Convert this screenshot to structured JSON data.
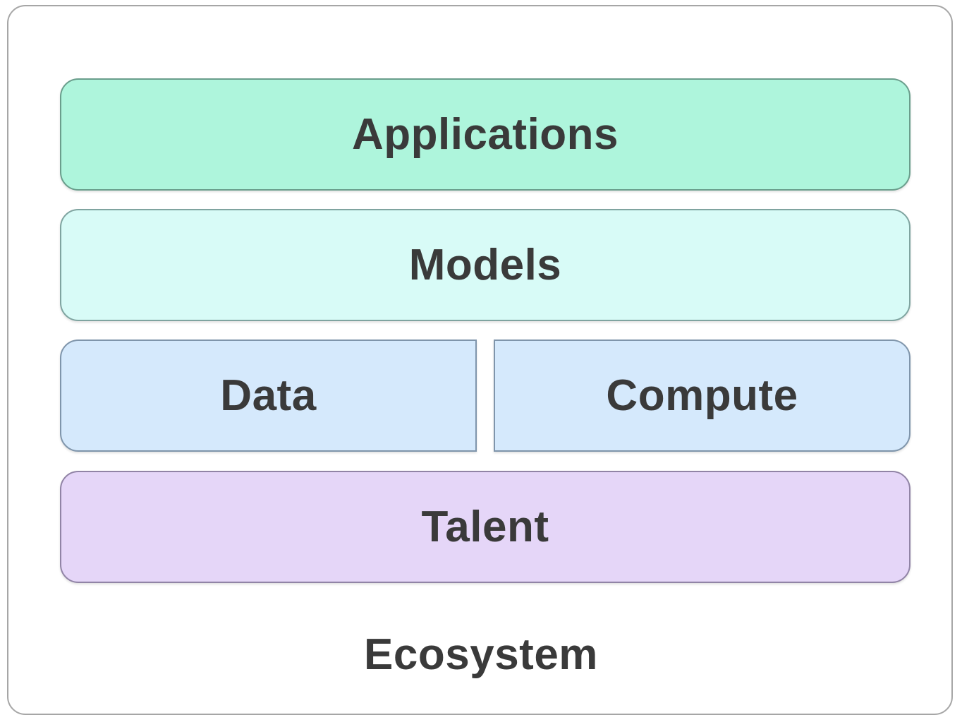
{
  "diagram": {
    "layers": {
      "applications": {
        "label": "Applications",
        "fill": "#aef5dc",
        "border": "#6a9e8c"
      },
      "models": {
        "label": "Models",
        "fill": "#d8fbf7",
        "border": "#7fa4a0"
      },
      "data": {
        "label": "Data",
        "fill": "#d5e9fc",
        "border": "#7f95ab"
      },
      "compute": {
        "label": "Compute",
        "fill": "#d5e9fc",
        "border": "#7f95ab"
      },
      "talent": {
        "label": "Talent",
        "fill": "#e5d6f8",
        "border": "#9184a6"
      }
    },
    "caption": "Ecosystem"
  }
}
